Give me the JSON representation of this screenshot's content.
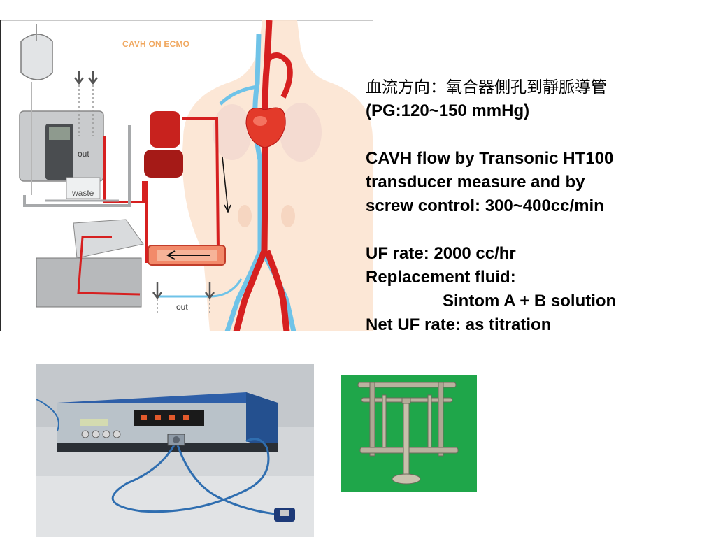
{
  "diagram": {
    "title": "CAVH ON ECMO",
    "label_out_upper": "out",
    "label_waste": "waste",
    "label_out_lower": "out"
  },
  "text": {
    "line1": "血流方向：氧合器側孔到靜脈導管",
    "line2": "(PG:120~150 mmHg)",
    "line3": "CAVH flow by Transonic HT100",
    "line4": "transducer measure and by",
    "line5": "screw control: 300~400cc/min",
    "line6": "UF rate: 2000 cc/hr",
    "line7": "Replacement fluid:",
    "line8": "Sintom A + B solution",
    "line9": "Net UF rate: as titration"
  },
  "colors": {
    "artery": "#d62020",
    "vein": "#6fc3e8",
    "skin": "#fbe3cf",
    "photo_clamp_bg": "#1fa64a",
    "meter_body": "#2e5fa8"
  }
}
